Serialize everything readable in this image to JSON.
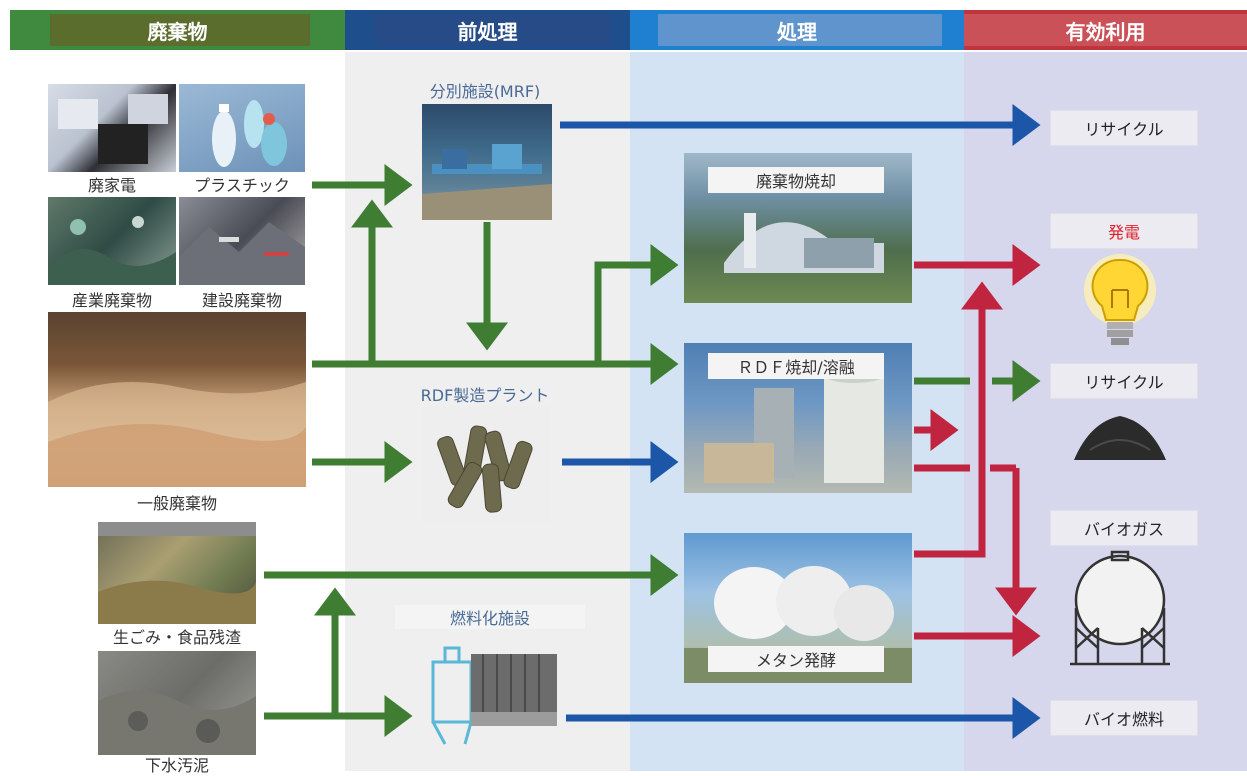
{
  "headers": {
    "waste": "廃棄物",
    "pretreatment": "前処理",
    "treatment": "処理",
    "utilization": "有効利用"
  },
  "waste_sources": {
    "appliances": "廃家電",
    "plastic": "プラスチック",
    "industrial": "産業廃棄物",
    "construction": "建設廃棄物",
    "municipal": "一般廃棄物",
    "food": "生ごみ・食品残渣",
    "sewage": "下水汚泥"
  },
  "pretreatment": {
    "mrf": "分別施設(MRF)",
    "rdf_plant": "RDF製造プラント",
    "fuel_facility": "燃料化施設"
  },
  "treatment": {
    "incineration": "廃棄物焼却",
    "rdf": "ＲＤＦ焼却/溶融",
    "methane": "メタン発酵"
  },
  "utilization": {
    "recycle1": "リサイクル",
    "power": "発電",
    "recycle2": "リサイクル",
    "biogas": "バイオガス",
    "biofuel": "バイオ燃料"
  },
  "colors": {
    "waste_header": "#3f8a3f",
    "pre_header": "#1e4f8c",
    "treat_header": "#1f80d2",
    "util_header": "#c0343f",
    "green_arrow": "#3e7d32",
    "blue_arrow": "#1c56a8",
    "red_arrow": "#c0243e"
  },
  "icons": {
    "power": "light-bulb-icon",
    "recycle2": "granular-pile-icon",
    "biogas": "gas-holder-icon"
  }
}
